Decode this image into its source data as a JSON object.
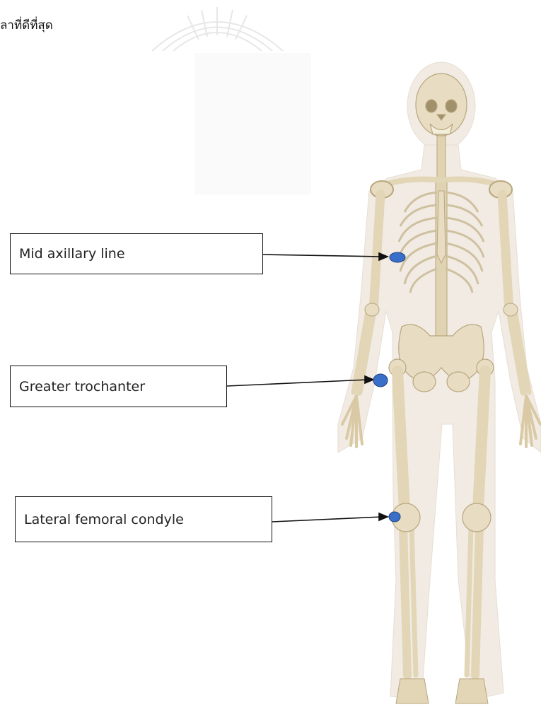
{
  "header": {
    "text": "ลาที่ดีที่สุด"
  },
  "labels": [
    {
      "id": "mid-axillary",
      "text": "Mid axillary line"
    },
    {
      "id": "greater-trochanter",
      "text": "Greater trochanter"
    },
    {
      "id": "lateral-femoral-condyle",
      "text": "Lateral femoral condyle"
    }
  ],
  "colors": {
    "marker": "#3a6fc9",
    "marker_stroke": "#1d3f80",
    "bone": "#e8ddc2",
    "bone_shadow": "#c9b994",
    "body_silhouette": "#f1ebe3",
    "leader_line": "#111111"
  },
  "icons": {
    "watermark": "university-seal-watermark",
    "figure": "human-skeleton-figure"
  }
}
